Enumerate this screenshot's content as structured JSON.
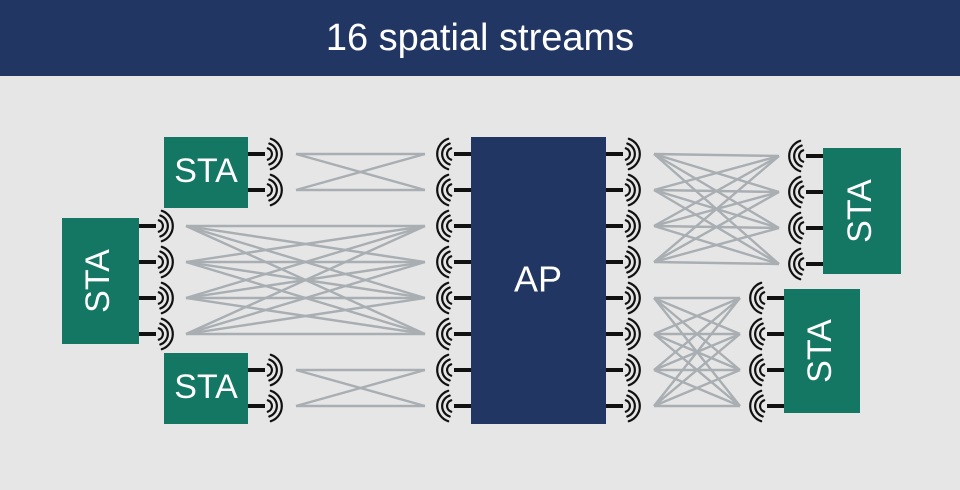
{
  "header": {
    "title": "16 spatial streams"
  },
  "ap": {
    "label": "AP"
  },
  "stations": [
    {
      "label": "STA"
    },
    {
      "label": "STA"
    },
    {
      "label": "STA"
    },
    {
      "label": "STA"
    },
    {
      "label": "STA"
    }
  ],
  "colors": {
    "header_bg": "#223663",
    "ap_fill": "#223663",
    "sta_fill": "#137764",
    "background": "#e6e6e6",
    "link_lines": "#a9aeb3",
    "antenna": "#111111"
  }
}
